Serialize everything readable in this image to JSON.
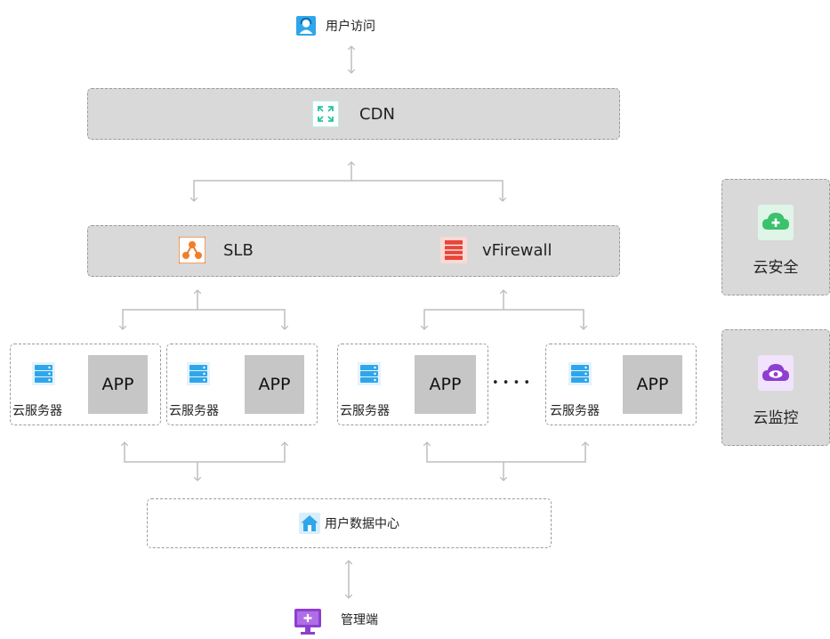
{
  "user_access": {
    "label": "用户访问",
    "icon": "user-headset-icon"
  },
  "cdn": {
    "label": "CDN",
    "icon": "expand-arrows-icon"
  },
  "slb": {
    "label": "SLB",
    "icon": "load-balancer-icon"
  },
  "vfirewall": {
    "label": "vFirewall",
    "icon": "firewall-icon"
  },
  "server_groups": [
    {
      "server_label": "云服务器",
      "app_label": "APP"
    },
    {
      "server_label": "云服务器",
      "app_label": "APP"
    },
    {
      "server_label": "云服务器",
      "app_label": "APP"
    },
    {
      "server_label": "云服务器",
      "app_label": "APP"
    }
  ],
  "ellipsis": "• • • •",
  "data_center": {
    "label": "用户数据中心",
    "icon": "home-icon"
  },
  "management": {
    "label": "管理端",
    "icon": "monitor-icon"
  },
  "cloud_security": {
    "label": "云安全",
    "icon": "cloud-plus-icon"
  },
  "cloud_monitor": {
    "label": "云监控",
    "icon": "cloud-eye-icon"
  },
  "colors": {
    "band_fill": "#d9d9d9",
    "app_fill": "#c6c6c6",
    "connector": "#bdbdbd",
    "server_blue": "#2fa6ea",
    "slb_orange": "#f07f2a",
    "firewall_red": "#e8463a",
    "security_green": "#3cc16c",
    "monitor_purple": "#8e3fd1"
  }
}
